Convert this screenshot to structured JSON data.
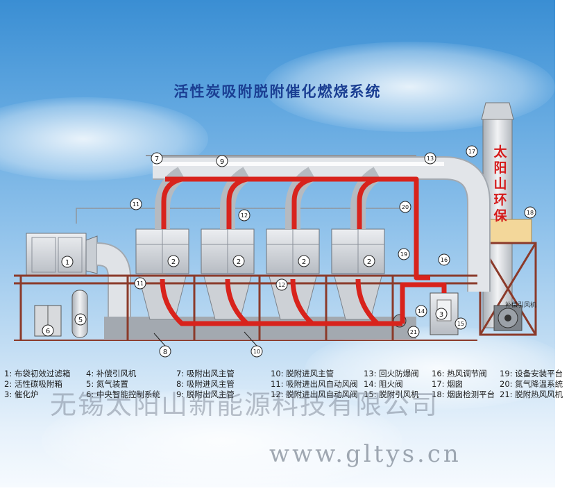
{
  "title": "活性炭吸附脱附催化燃烧系统",
  "brand_text": "太阳山环保",
  "brand_chars": [
    "太",
    "阳",
    "山",
    "环",
    "保"
  ],
  "fan_label": "补偿引风机",
  "watermark": "无锡太阳山新能源科技有限公司",
  "website": "www.gltys.cn",
  "callouts": {
    "c1": "1",
    "c2": "2",
    "c3": "3",
    "c5": "5",
    "c6": "6",
    "c7": "7",
    "c8": "8",
    "c9": "9",
    "c10": "10",
    "c11": "11",
    "c12": "12",
    "c13": "13",
    "c14": "14",
    "c15": "15",
    "c16": "16",
    "c17": "17",
    "c18": "18",
    "c19": "19",
    "c20": "20",
    "c21": "21"
  },
  "legend": [
    "1: 布袋初效过滤箱",
    "2: 活性碳吸附箱",
    "3: 催化炉",
    "4: 补偿引风机",
    "5: 氮气装置",
    "6: 中央智能控制系统",
    "7: 吸附出风主管",
    "8: 吸附进风主管",
    "9: 脱附出风主管",
    "10: 脱附进风主管",
    "11: 吸附进出风自动风阀",
    "12: 脱附进出风自动风阀",
    "13: 回火防爆阀",
    "14: 阻火阀",
    "15: 脱附引风机",
    "16: 热风调节阀",
    "17: 烟囱",
    "18: 烟囱检测平台",
    "19: 设备安装平台",
    "20: 氮气降温系统",
    "21: 脱附热风风机"
  ],
  "colors": {
    "sky_top": "#3a8ed3",
    "title": "#1b3f93",
    "hot_pipe": "#d8231c",
    "frame": "#8b3a2a",
    "duct": "#dcdfe3",
    "brand": "#d51a1a"
  }
}
